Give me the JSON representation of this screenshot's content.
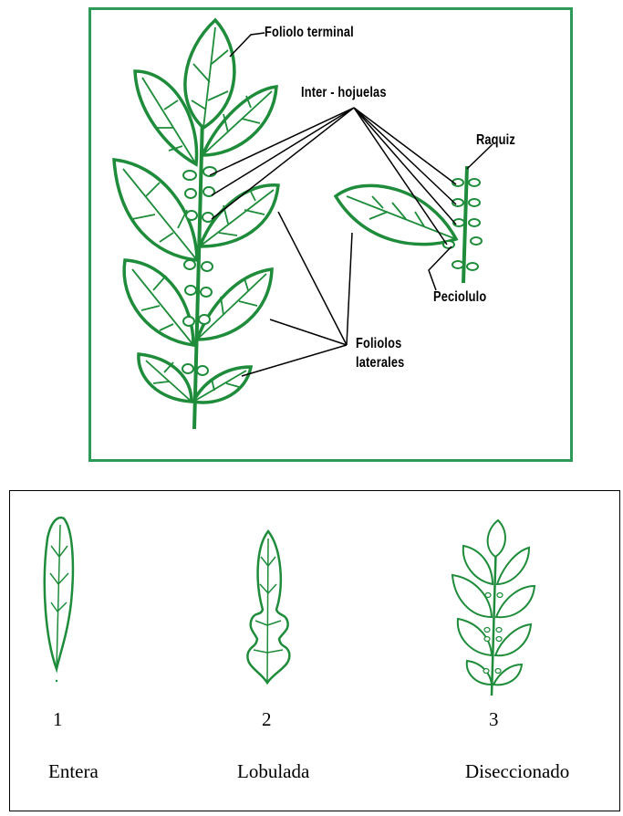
{
  "diagram": {
    "colors": {
      "leaf": "#1e8c3a",
      "frame": "#2e9a57",
      "lines": "#000000"
    },
    "labels": {
      "foliolo_terminal": "Foliolo terminal",
      "inter_hojuelas": "Inter - hojuelas",
      "raquiz": "Raquiz",
      "peciolulo": "Peciolulo",
      "foliolos_laterales_1": "Foliolos",
      "foliolos_laterales_2": "laterales"
    }
  },
  "leaf_types": [
    {
      "number": "1",
      "name": "Entera"
    },
    {
      "number": "2",
      "name": "Lobulada"
    },
    {
      "number": "3",
      "name": "Diseccionado"
    }
  ]
}
